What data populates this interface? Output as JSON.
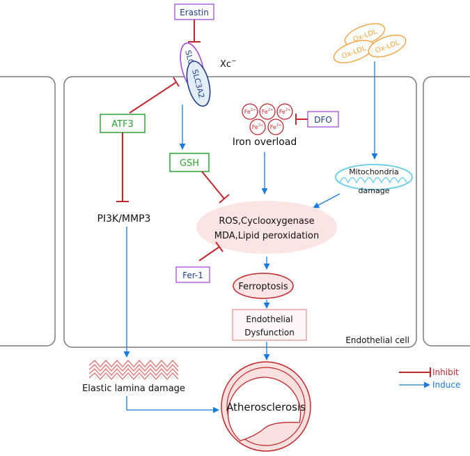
{
  "colors": {
    "inhibit": "#c1272d",
    "induce": "#1b7ae0",
    "purple": "#a64ad9",
    "green": "#2ea234",
    "orange": "#f2a23a",
    "cell_border": "#7a7a7a",
    "red_fill": "#f8d7d7",
    "mito": "#6fd0e6",
    "dark_blue": "#1f3f8a"
  },
  "nodes": {
    "erastin": "Erastin",
    "slc7a11": "SLC7A11",
    "slc3a2": "SLC3A2",
    "xc": "Xc",
    "xc_sup": "−",
    "ox_ldl_1": "Ox-LDL",
    "ox_ldl_2": "Ox-LDL",
    "ox_ldl_3": "Ox-LDL",
    "atf3": "ATF3",
    "gsh": "GSH",
    "iron_label": "Fe",
    "iron_sup": "2+",
    "iron_overload": "Iron overload",
    "dfo": "DFO",
    "mito_line1": "Mitochondria",
    "mito_line2": "damage",
    "pi3k": "PI3K/MMP3",
    "ros_line1": "ROS,Cyclooxygenase",
    "ros_line2": "MDA,Lipid peroxidation",
    "fer1": "Fer-1",
    "ferroptosis": "Ferroptosis",
    "endo_line1": "Endothelial",
    "endo_line2": "Dysfunction",
    "endo_cell": "Endothelial cell",
    "elastic": "Elastic lamina damage",
    "athero": "Atherosclerosis"
  },
  "legend": {
    "inhibit": "Inhibit",
    "induce": "Induce"
  }
}
